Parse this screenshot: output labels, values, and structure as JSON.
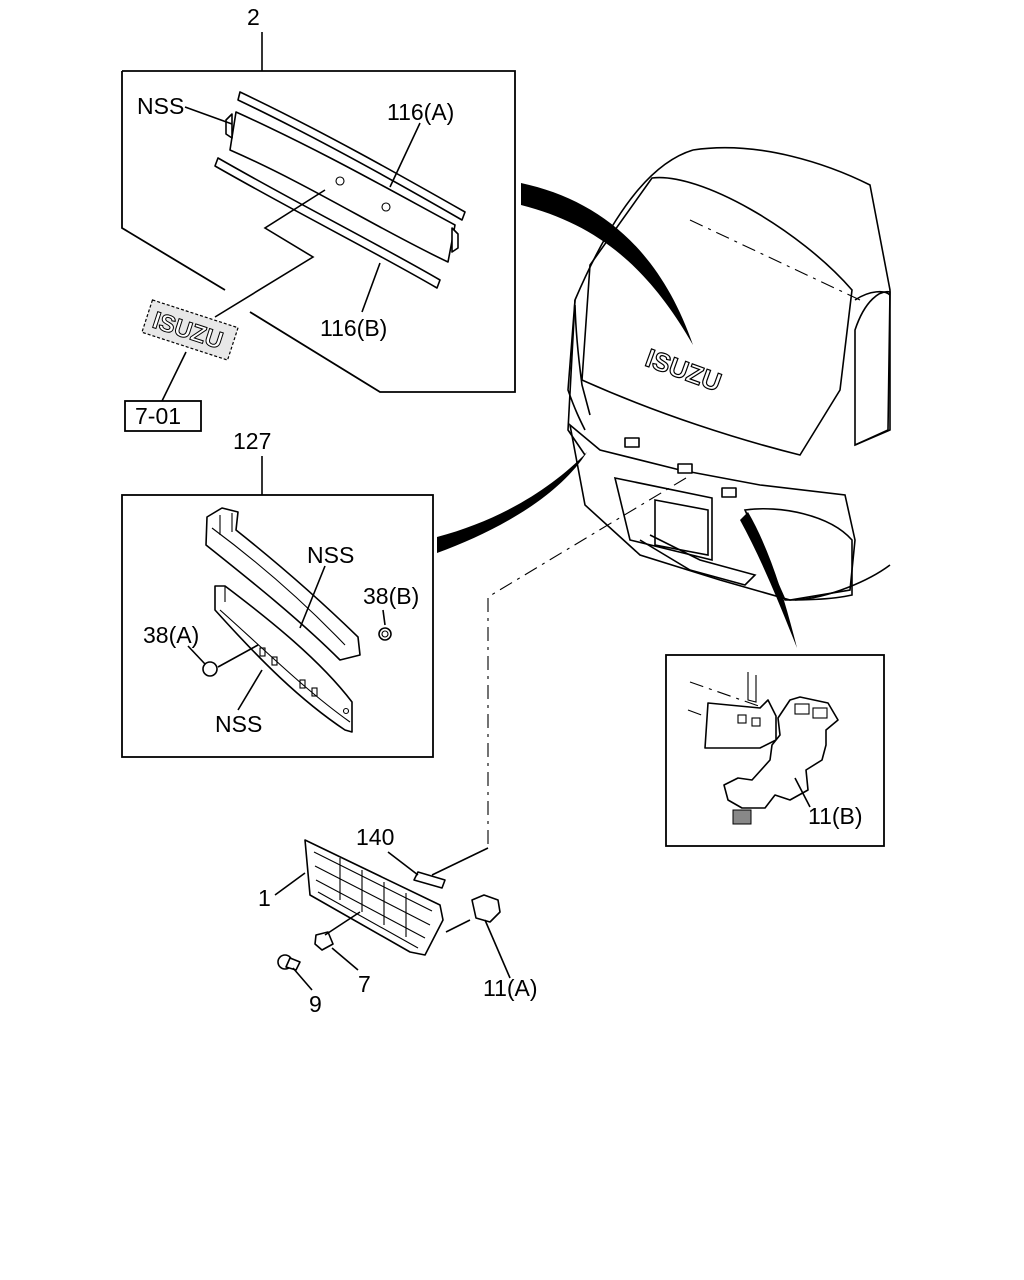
{
  "labels": {
    "n2": "2",
    "nss_top": "NSS",
    "n116a": "116(A)",
    "n116b": "116(B)",
    "ref701": "7-01",
    "logo_text": "ISUZU",
    "n127": "127",
    "nss_mid1": "NSS",
    "n38b": "38(B)",
    "n38a": "38(A)",
    "nss_mid2": "NSS",
    "n11b": "11(B)",
    "n140": "140",
    "n1": "1",
    "n7": "7",
    "n9": "9",
    "n11a": "11(A)"
  }
}
